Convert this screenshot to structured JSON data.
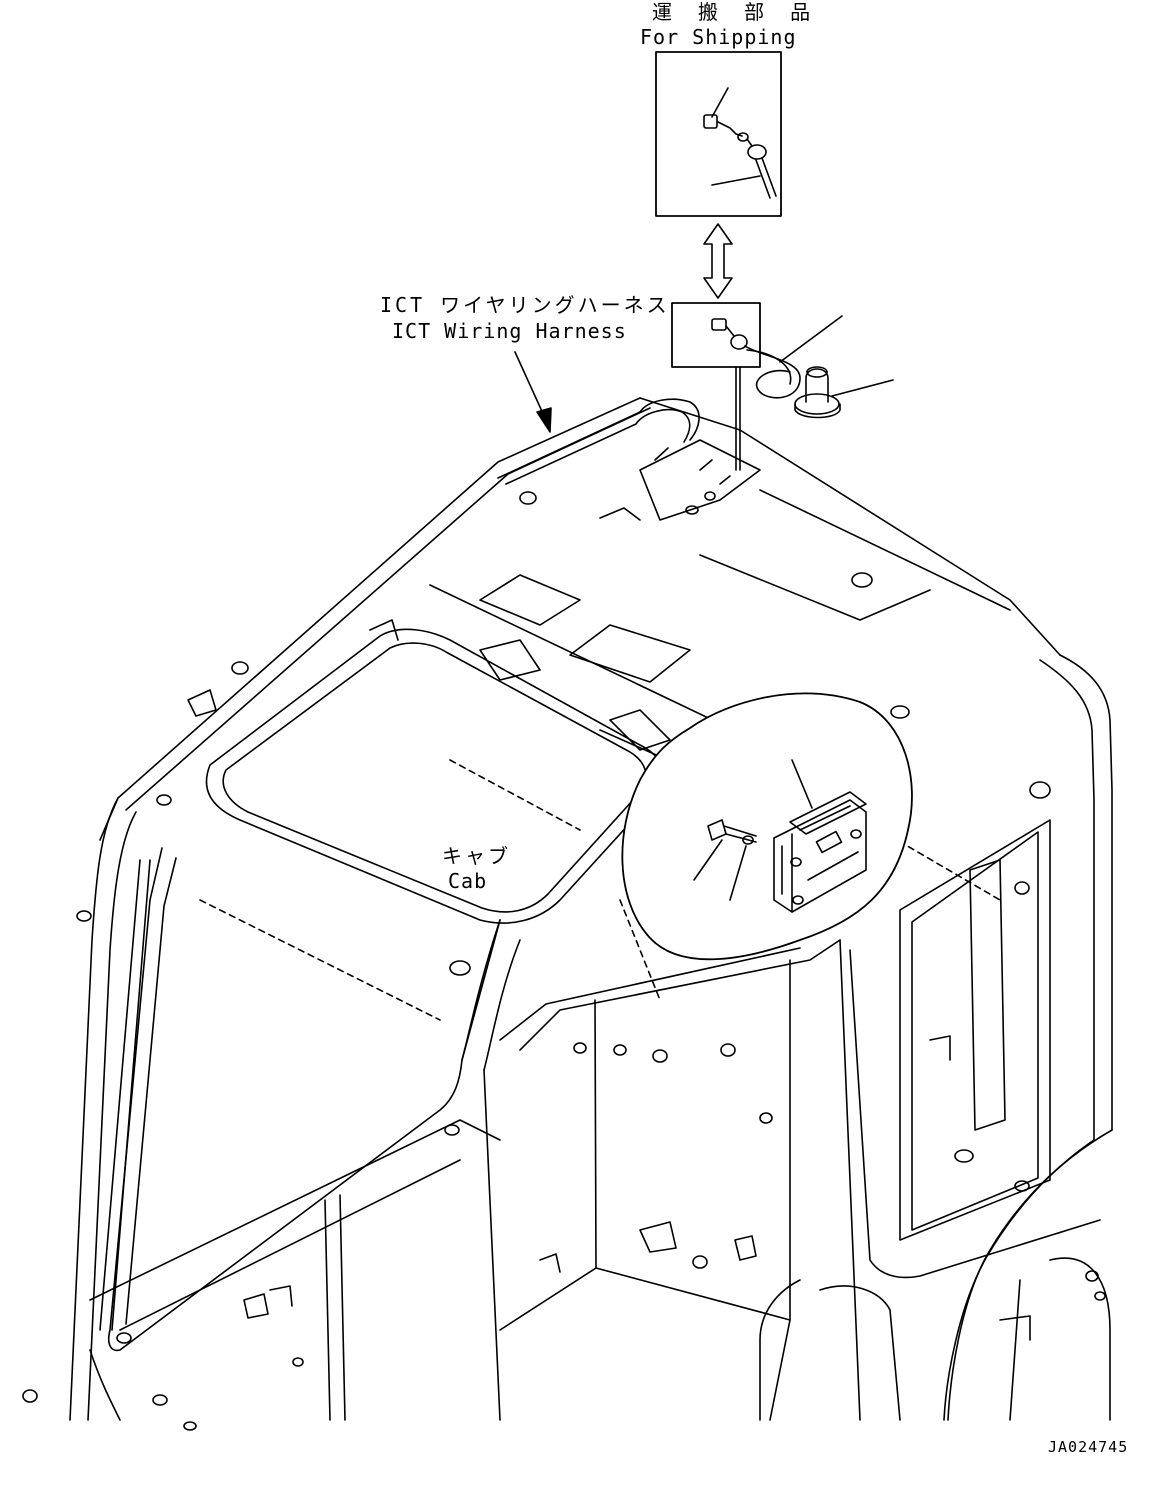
{
  "labels": {
    "for_shipping_jp": "運 搬 部 品",
    "for_shipping_en": "For Shipping",
    "harness_jp": "ICT ワイヤリングハーネス",
    "harness_en": "ICT Wiring Harness",
    "cab_jp": "キャブ",
    "cab_en": "Cab",
    "drawing_number": "JA024745"
  },
  "colors": {
    "line": "#000000",
    "background": "#ffffff"
  },
  "icons": {
    "double_arrow": "double-arrow-icon",
    "pointer_arrow": "arrow-icon"
  }
}
